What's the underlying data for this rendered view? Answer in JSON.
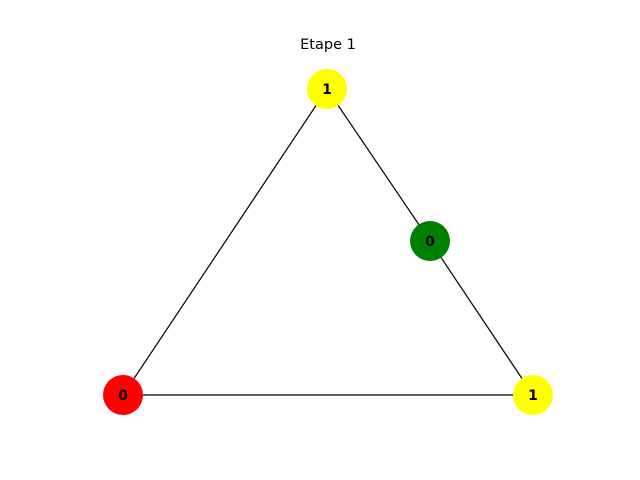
{
  "figure": {
    "title": "Etape 1"
  },
  "graph": {
    "nodes": [
      {
        "id": "n0",
        "label": "0",
        "color": "#ff0000"
      },
      {
        "id": "n1",
        "label": "1",
        "color": "#ffff00"
      },
      {
        "id": "n2",
        "label": "0",
        "color": "#008000"
      },
      {
        "id": "n3",
        "label": "1",
        "color": "#ffff00"
      }
    ],
    "edges": [
      {
        "from": "n0",
        "to": "n1"
      },
      {
        "from": "n1",
        "to": "n2"
      },
      {
        "from": "n2",
        "to": "n3"
      },
      {
        "from": "n3",
        "to": "n0"
      }
    ]
  }
}
